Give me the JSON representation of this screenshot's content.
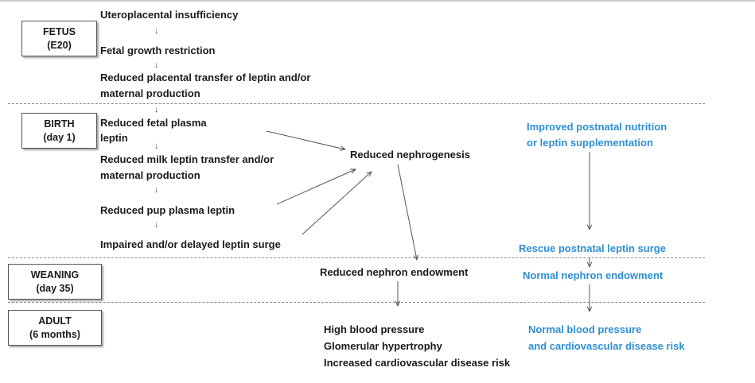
{
  "stages": {
    "fetus": {
      "line1": "FETUS",
      "line2": "(E20)"
    },
    "birth": {
      "line1": "BIRTH",
      "line2": "(day 1)"
    },
    "weaning": {
      "line1": "WEANING",
      "line2": "(day 35)"
    },
    "adult": {
      "line1": "ADULT",
      "line2": "(6 months)"
    }
  },
  "left_column": {
    "uteroplacental": "Uteroplacental  insufficiency",
    "growth_restriction": "Fetal  growth  restriction",
    "placental_transfer": [
      "Reduced  placental  transfer  of  leptin  and/or",
      "maternal  production"
    ],
    "fetal_plasma": [
      "Reduced  fetal  plasma",
      "leptin"
    ],
    "milk_transfer": [
      "Reduced  milk  leptin  transfer  and/or",
      "maternal  production"
    ],
    "pup_plasma": "Reduced  pup  plasma  leptin",
    "leptin_surge": "Impaired  and/or  delayed  leptin  surge"
  },
  "middle_column": {
    "nephrogenesis": "Reduced  nephrogenesis",
    "nephron_endowment": "Reduced  nephron  endowment",
    "outcomes": [
      "High  blood  pressure",
      "Glomerular  hypertrophy",
      "Increased  cardiovascular  disease  risk"
    ]
  },
  "right_column": {
    "intervention": [
      "Improved  postnatal  nutrition",
      "or  leptin  supplementation"
    ],
    "rescue": "Rescue  postnatal  leptin  surge",
    "normal_endowment": "Normal  nephron  endowment",
    "normal_outcomes": [
      "Normal  blood  pressure",
      "and  cardiovascular  disease  risk"
    ]
  },
  "colors": {
    "text": "#1a1a1a",
    "intervention_blue": "#2f8fd0",
    "arrow": "#555555",
    "divider": "#8a8a8a"
  }
}
